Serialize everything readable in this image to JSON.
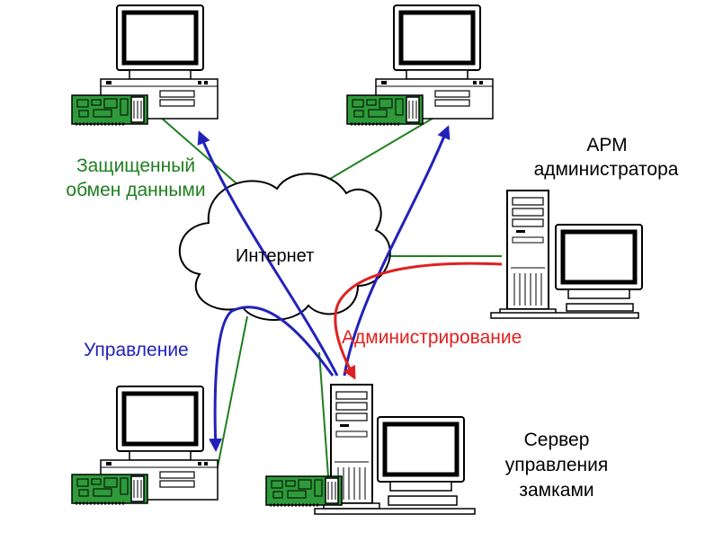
{
  "cloud_label": "Интернет",
  "secure_exchange": {
    "line1": "Защищенный",
    "line2": "обмен данными"
  },
  "control_label": "Управление",
  "administration_label": "Администрирование",
  "admin_workstation": {
    "line1": "АРМ",
    "line2": "администратора"
  },
  "lock_server": {
    "line1": "Сервер",
    "line2": "управления",
    "line3": "замками"
  },
  "colors": {
    "link": "#1f7f1f",
    "control": "#2222bb",
    "admin": "#e02020",
    "card": "#2e9a3a",
    "outline": "#000000"
  }
}
